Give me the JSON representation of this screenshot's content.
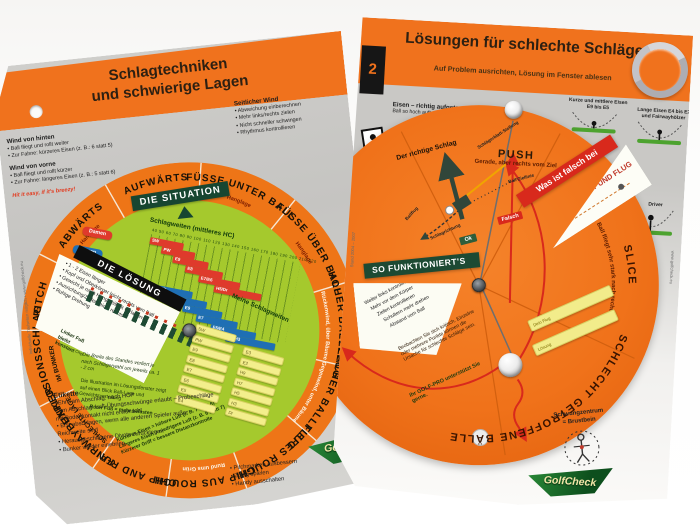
{
  "left": {
    "title1": "Schlagtechniken",
    "title2": "und schwierige Lagen",
    "wind_hinten": {
      "h": "Wind von hinten",
      "items": [
        "Ball fliegt und rollt weiter",
        "Zur Fahne: kürzeres Eisen (z. B.: 6 statt 5)"
      ]
    },
    "wind_vorne": {
      "h": "Wind von vorne",
      "items": [
        "Ball fliegt und rollt kürzer",
        "Zur Fahne: längeres Eisen (z. B.: 5 statt 6)"
      ]
    },
    "motto": "Hit it easy, if it's breezy!",
    "seitlich": {
      "h": "Seitlicher Wind",
      "items": [
        "Abweichung einberechnen",
        "Mehr links/rechts zielen",
        "Nicht schneller schwingen",
        "Rhythmus kontrollieren"
      ]
    },
    "situation": "DIE SITUATION",
    "ring": [
      {
        "label": "ABWÄRTS",
        "sub": "Hanglage"
      },
      {
        "label": "AUFWÄRTS",
        "sub": "Hanglage"
      },
      {
        "label": "FÜSSE UNTER BALL",
        "sub": "Hanglage"
      },
      {
        "label": "FÜSSE ÜBER BALL",
        "sub": "Hanglage"
      },
      {
        "label": "HOHER BALLFLUG",
        "sub": "Rückenwind, über Bäume"
      },
      {
        "label": "FLACHER BALLFLUG",
        "sub": "Gegenwind, unter Bäume"
      },
      {
        "label": "TIEFES ROUGH",
        "sub": ""
      },
      {
        "label": "CHIP AUS ROUGH",
        "sub": "Rund ums Grün"
      },
      {
        "label": "CHIP AND RUN",
        "sub": ""
      },
      {
        "label": "FAIRWAYBUNKER",
        "sub": "SCHLECHTE LAGE"
      },
      {
        "label": "EXPLOSIONSSCHLAG",
        "sub": "IM BUNKER"
      },
      {
        "label": "PITCH",
        "sub": ""
      }
    ],
    "loesung": {
      "title": "DIE LÖSUNG",
      "items": [
        "1 - 2 Eisen länger",
        "Kopf und Oberkörper leicht rechts vom Ball",
        "Gewicht je nach Hangsteilheit verlagern",
        "Ausrichtung/Zielen leicht rechts",
        "Ruhige Drehung"
      ]
    },
    "legend": {
      "damen": "Damen",
      "herren": "Herren"
    },
    "chart": {
      "title": "Schlagweiten (mittleres HC)",
      "ticks": "40 50 60 70 80 90 100 110 120 130 140 150 160 170 180 190 200 210 220",
      "damen": [
        "SW",
        "PW",
        "E9",
        "E8",
        "E7/E6",
        "H5/Dr"
      ],
      "herren": [
        "SW",
        "PW",
        "E9",
        "E7",
        "E5/E4",
        "H5/H3"
      ]
    },
    "fan": "Chip",
    "fuss": "Linker Fuß bleibt konstant",
    "note_stand": "Die Breite des Standes verliert je nach Schlägerwahl um jeweils ca. 1 - 2 cm",
    "note_illu": "Die Illustration im Lösungsfenster zeigt auf einen Blick Ball-Lage und Gewichtsverteilung",
    "note_fuss": "Roter Fuß = mehr belasten",
    "meine": {
      "title": "Meine Schlagweiten",
      "col1": [
        "SW",
        "PW",
        "E9",
        "E8",
        "E7",
        "E6",
        "E5",
        "E4"
      ],
      "col2": [
        "E3",
        "E2",
        "H9",
        "H7",
        "H5",
        "H3",
        "Dr"
      ]
    },
    "tips": [
      "Kürzeres Eisen = höhere Luft (z. B. 7 statt 6)",
      "Längeres Eisen = niedrigere Luft (z. B. 6 statt 7)",
      "Kürzerer Griff = bessere Distanzkontrolle"
    ],
    "etikette": {
      "h": "Etikette",
      "items": [
        "Ehre am Abschlag: nach HCP",
        "Am Abschlag: Luft-Übungsschwünge erlaubt – Probeschläge mit Bodenkontakt nicht erwünscht",
        "Erst abschlagen, wenn alle anderen Spieler außer Reichweite sind",
        "Herausgeschlagene Divots zurücklegen",
        "Bunker wieder einebnen"
      ]
    },
    "etikette2": [
      "Pitchmarken ausbessern",
      "Zügig spielen",
      "Handy ausschalten"
    ],
    "edge": "Individuelle Titelseiten möglich • www.golfcheck.eu",
    "logo": "GolfCheck"
  },
  "right": {
    "badge": "2",
    "title": "Lösungen für schlechte Schläge",
    "subtitle": "Auf Problem ausrichten, Lösung im Fenster ablesen",
    "tee": {
      "h": "Eisen – richtig aufgeteet",
      "sub": "Ball so hoch aufteen, ca. Fingerdicke",
      "items": [
        "Kurze und mittlere Eisen E9 bis E5",
        "Lange Eisen E4 bis E2 und Fairwayhölzer",
        "Driver"
      ]
    },
    "push": "PUSH",
    "push_sub": "Gerade, aber rechts vom Ziel",
    "slice": "SLICE",
    "slice_sub": "Ball fliegt sehr stark nach rechts",
    "schlecht": "SCHLECHT GETROFFENE BÄLLE",
    "diagram": {
      "title": "Der richtige Schlag",
      "ballflug": "Ballflug",
      "schlagrichtung": "Schlagrichtung",
      "blatt": "Schlägerblatt-Stellung",
      "ziellinie": "Ball-Ziellinie",
      "ok": "Ok",
      "falsch": "Falsch"
    },
    "falsch_banner": "Was ist falsch bei",
    "wedge": "BALLKONTAKT UND FLUG",
    "so": {
      "title": "SO FUNKTIONIERT'S",
      "items": [
        "Weiter links kontrollieren",
        "Mehr vor dem Körper",
        "Zielen kontrollieren",
        "Schultern mehr drehen",
        "Abstand vom Ball"
      ]
    },
    "note": "Beobachten Sie sich kritisch. Einzelne oder mehrere Punkte können die Ursache für schlechte Schläge sein.",
    "pro": "Ihr GOLF-PRO unterstützt Sie gerne.",
    "win1": "Dein Flug",
    "win2": "Lösung",
    "schwung1": "Schwungzentrum",
    "schwung2": "= Brustbein",
    "edge": "Stand 2004 – 2007",
    "edge2": "www.golfcheck.eu",
    "logo": "GolfCheck"
  }
}
